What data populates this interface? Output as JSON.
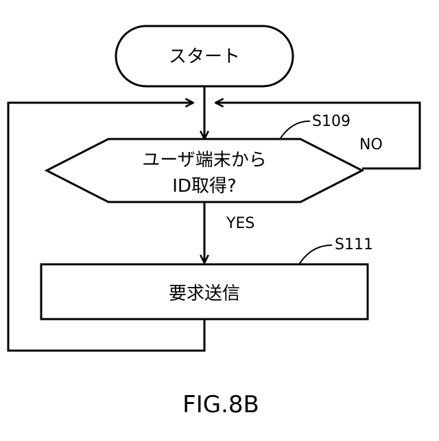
{
  "flowchart": {
    "start_label": "スタート",
    "decision_line1": "ユーザ端末から",
    "decision_line2": "ID取得?",
    "decision_step": "S109",
    "no_label": "NO",
    "yes_label": "YES",
    "process_label": "要求送信",
    "process_step": "S111"
  },
  "caption": "FIG.8B"
}
